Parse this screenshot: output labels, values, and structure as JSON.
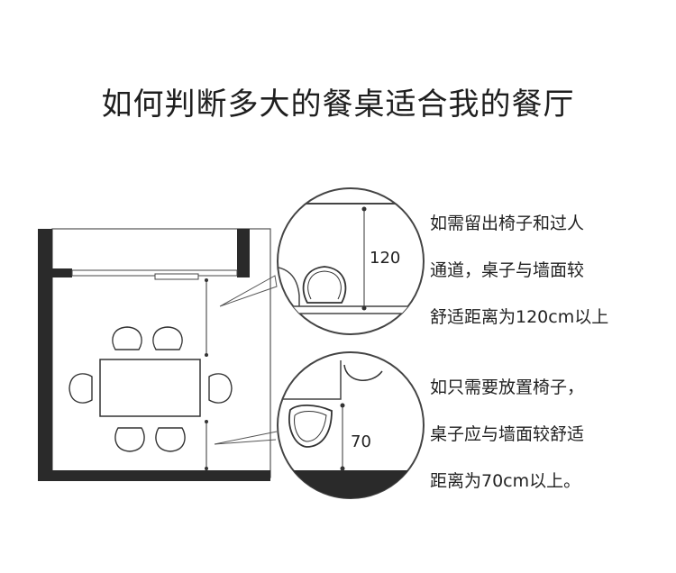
{
  "title": "如何判断多大的餐桌适合我的餐厅",
  "callouts": [
    {
      "dimension": "120",
      "lines": [
        "如需留出椅子和过人",
        "通道，桌子与墙面较",
        "舒适距离为120cm以上"
      ]
    },
    {
      "dimension": "70",
      "lines": [
        "如只需要放置椅子，",
        "桌子应与墙面较舒适",
        "距离为70cm以上。"
      ]
    }
  ],
  "colors": {
    "wall": "#2a2a2a",
    "line": "#333333",
    "text": "#222222"
  }
}
